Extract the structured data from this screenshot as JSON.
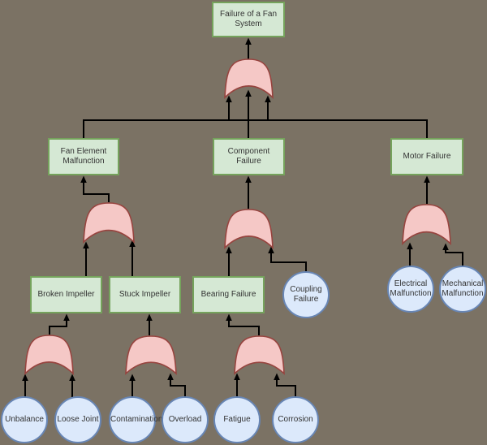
{
  "diagram": {
    "type": "fault-tree",
    "root_label": "Failure of a Fan System",
    "nodes": [
      {
        "id": "top",
        "shape": "rect",
        "label": "Failure of a Fan System"
      },
      {
        "id": "fan-element",
        "shape": "rect",
        "label": "Fan Element Malfunction"
      },
      {
        "id": "component",
        "shape": "rect",
        "label": "Component Failure"
      },
      {
        "id": "motor",
        "shape": "rect",
        "label": "Motor Failure"
      },
      {
        "id": "broken-impeller",
        "shape": "rect",
        "label": "Broken Impeller"
      },
      {
        "id": "stuck-impeller",
        "shape": "rect",
        "label": "Stuck Impeller"
      },
      {
        "id": "bearing-failure",
        "shape": "rect",
        "label": "Bearing Failure"
      },
      {
        "id": "coupling-failure",
        "shape": "circle",
        "label": "Coupling Failure"
      },
      {
        "id": "electrical-malfunction",
        "shape": "circle",
        "label": "Electrical Malfunction"
      },
      {
        "id": "mechanical-malfunction",
        "shape": "circle",
        "label": "Mechanical Malfunction"
      },
      {
        "id": "unbalance",
        "shape": "circle",
        "label": "Unbalance"
      },
      {
        "id": "loose-joint",
        "shape": "circle",
        "label": "Loose Joint"
      },
      {
        "id": "contamination",
        "shape": "circle",
        "label": "Contamination"
      },
      {
        "id": "overload",
        "shape": "circle",
        "label": "Overload"
      },
      {
        "id": "fatigue",
        "shape": "circle",
        "label": "Fatigue"
      },
      {
        "id": "corrosion",
        "shape": "circle",
        "label": "Corrosion"
      }
    ],
    "gates": [
      {
        "id": "g-top",
        "type": "OR",
        "output": "top"
      },
      {
        "id": "g-fan",
        "type": "OR",
        "output": "fan-element"
      },
      {
        "id": "g-comp",
        "type": "OR",
        "output": "component"
      },
      {
        "id": "g-motor",
        "type": "OR",
        "output": "motor"
      },
      {
        "id": "g-a",
        "type": "OR",
        "output": "broken-impeller"
      },
      {
        "id": "g-b",
        "type": "OR",
        "output": "stuck-impeller"
      },
      {
        "id": "g-c",
        "type": "OR",
        "output": "bearing-failure"
      }
    ],
    "edges": [
      {
        "from": "g-top",
        "to": "top"
      },
      {
        "from": "fan-element",
        "to": "g-top"
      },
      {
        "from": "component",
        "to": "g-top"
      },
      {
        "from": "motor",
        "to": "g-top"
      },
      {
        "from": "g-fan",
        "to": "fan-element"
      },
      {
        "from": "broken-impeller",
        "to": "g-fan"
      },
      {
        "from": "stuck-impeller",
        "to": "g-fan"
      },
      {
        "from": "g-comp",
        "to": "component"
      },
      {
        "from": "bearing-failure",
        "to": "g-comp"
      },
      {
        "from": "coupling-failure",
        "to": "g-comp"
      },
      {
        "from": "g-motor",
        "to": "motor"
      },
      {
        "from": "electrical-malfunction",
        "to": "g-motor"
      },
      {
        "from": "mechanical-malfunction",
        "to": "g-motor"
      },
      {
        "from": "g-a",
        "to": "broken-impeller"
      },
      {
        "from": "unbalance",
        "to": "g-a"
      },
      {
        "from": "loose-joint",
        "to": "g-a"
      },
      {
        "from": "g-b",
        "to": "stuck-impeller"
      },
      {
        "from": "contamination",
        "to": "g-b"
      },
      {
        "from": "overload",
        "to": "g-b"
      },
      {
        "from": "g-c",
        "to": "bearing-failure"
      },
      {
        "from": "fatigue",
        "to": "g-c"
      },
      {
        "from": "corrosion",
        "to": "g-c"
      }
    ],
    "colors": {
      "background": "#7b7264",
      "event_fill": "#d5e8d4",
      "event_stroke": "#75a35c",
      "basic_event_fill": "#dce9fb",
      "basic_event_stroke": "#6886b5",
      "gate_fill": "#f5c8c6",
      "gate_stroke": "#97443f",
      "connector": "#000000",
      "text": "#333333"
    }
  }
}
